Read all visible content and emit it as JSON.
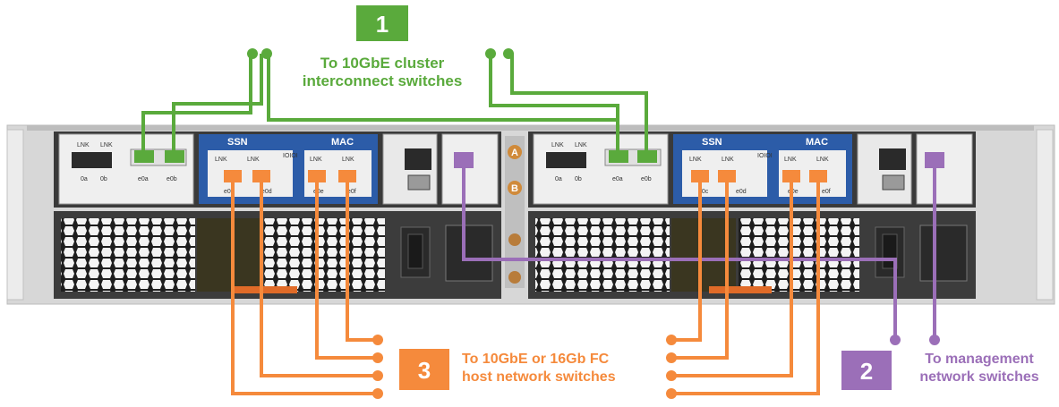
{
  "callouts": {
    "cluster": {
      "number": "1",
      "line1": "To 10GbE cluster",
      "line2": "interconnect switches",
      "color": "#5aaa3c"
    },
    "management": {
      "number": "2",
      "line1": "To management",
      "line2": "network switches",
      "color": "#9b6fb8"
    },
    "host": {
      "number": "3",
      "line1": "To 10GbE or 16Gb FC",
      "line2": "host network switches",
      "color": "#f58a3c"
    }
  },
  "controller_a": {
    "ssn_label": "SSN",
    "mac_label": "MAC",
    "lnk_labels": [
      "LNK",
      "LNK",
      "LNK",
      "LNK",
      "LNK",
      "LNK"
    ],
    "mezz_ports": [
      "e0a",
      "e0b"
    ],
    "onboard_ports": [
      "0a",
      "0b"
    ],
    "ssn_ports": [
      "e0c",
      "e0d"
    ],
    "mac_ports": [
      "e0e",
      "e0f"
    ],
    "ioioi": "IOIOI",
    "slot_a": "A",
    "slot_b": "B"
  },
  "controller_b": {
    "ssn_label": "SSN",
    "mac_label": "MAC",
    "lnk_labels": [
      "LNK",
      "LNK",
      "LNK",
      "LNK",
      "LNK",
      "LNK"
    ],
    "mezz_ports": [
      "e0a",
      "e0b"
    ],
    "onboard_ports": [
      "0a",
      "0b"
    ],
    "ssn_ports": [
      "e0c",
      "e0d"
    ],
    "mac_ports": [
      "e0e",
      "e0f"
    ],
    "ioioi": "IOIOI"
  },
  "colors": {
    "green": "#5aaa3c",
    "purple": "#9b6fb8",
    "orange": "#f58a3c",
    "chassis": "#c9c9c9",
    "dark": "#2a2a2a",
    "blue": "#2a5aa8"
  }
}
